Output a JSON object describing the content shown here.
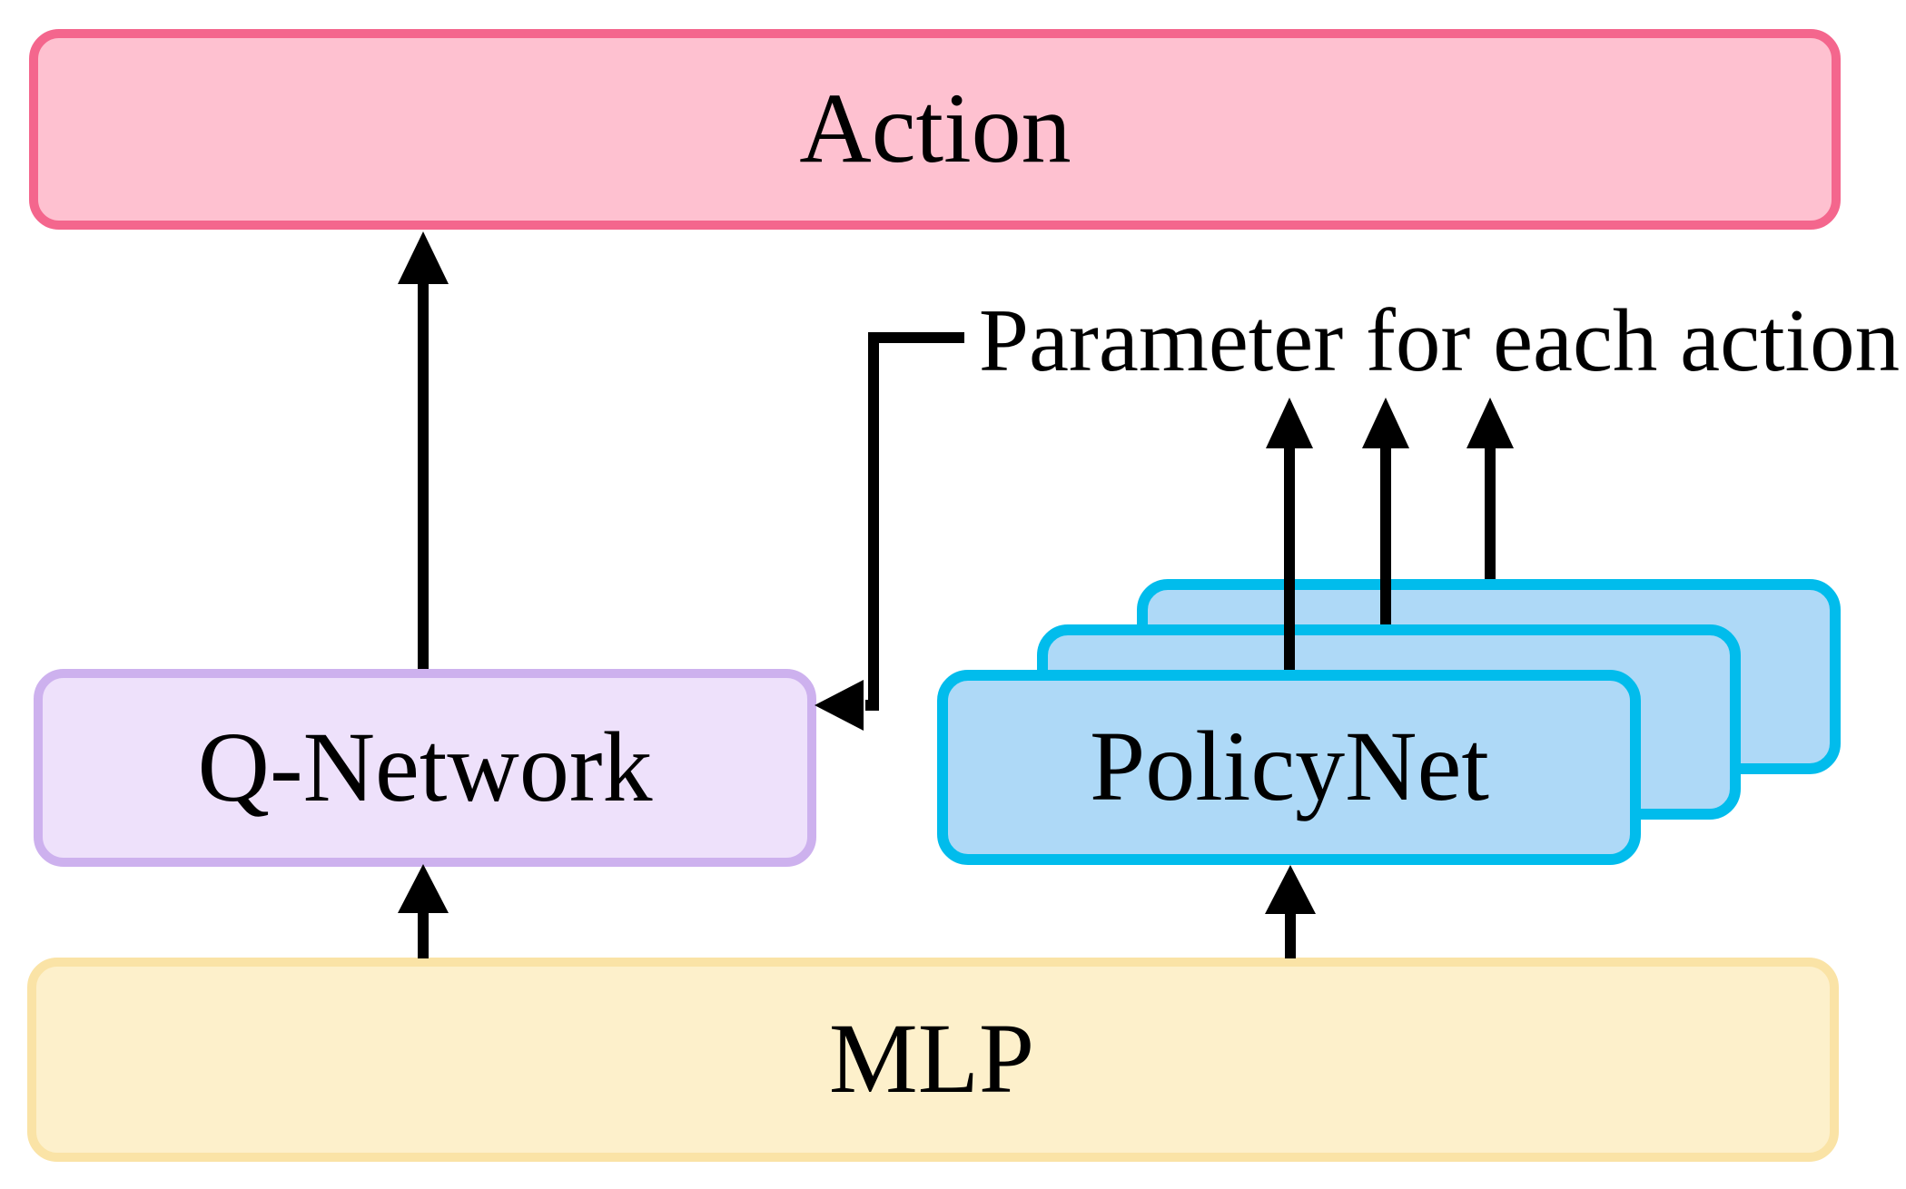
{
  "diagram": {
    "background": "#FFFFFF",
    "arrow_color": "#000000",
    "nodes": {
      "action": {
        "label": "Action",
        "fill": "#FEC1D0",
        "border": "#F4668D"
      },
      "q_network": {
        "label": "Q-Network",
        "fill": "#EEE1FB",
        "border": "#CDB1EE"
      },
      "policy_net": {
        "label": "PolicyNet",
        "fill": "#AED9F7",
        "border": "#01BCEC",
        "stack_count": "3"
      },
      "mlp": {
        "label": "MLP",
        "fill": "#FDF0CB",
        "border": "#FAE3A6"
      }
    },
    "annotation": {
      "label": "Parameter for each action",
      "color": "#000000"
    }
  }
}
